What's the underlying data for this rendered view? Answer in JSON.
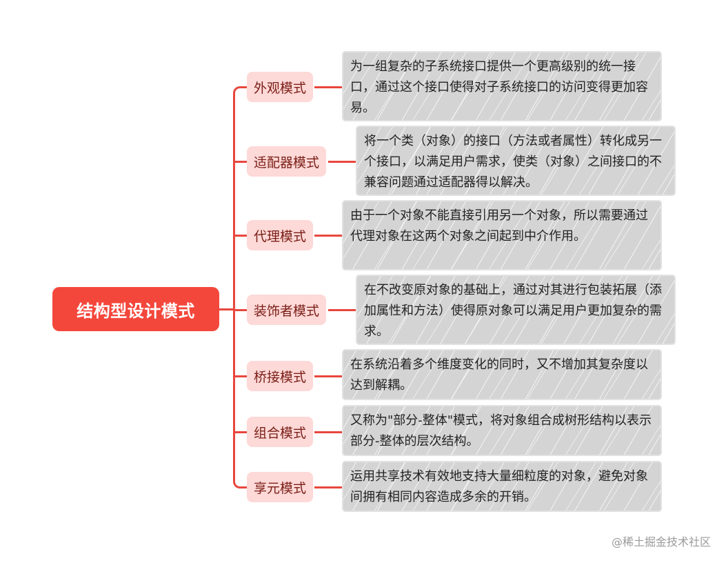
{
  "root": {
    "label": "结构型设计模式",
    "color": "#f4473c"
  },
  "topics": [
    {
      "label": "外观模式",
      "description": "为一组复杂的子系统接口提供一个更高级别的统一接口，通过这个接口使得对子系统接口的访问变得更加容易。"
    },
    {
      "label": "适配器模式",
      "description": "将一个类（对象）的接口（方法或者属性）转化成另一个接口，以满足用户需求，使类（对象）之间接口的不兼容问题通过适配器得以解决。"
    },
    {
      "label": "代理模式",
      "description": "由于一个对象不能直接引用另一个对象，所以需要通过代理对象在这两个对象之间起到中介作用。"
    },
    {
      "label": "装饰者模式",
      "description": "在不改变原对象的基础上，通过对其进行包装拓展（添加属性和方法）使得原对象可以满足用户更加复杂的需求。"
    },
    {
      "label": "桥接模式",
      "description": "在系统沿着多个维度变化的同时，又不增加其复杂度以达到解耦。"
    },
    {
      "label": "组合模式",
      "description": "又称为\"部分-整体\"模式，将对象组合成树形结构以表示部分-整体的层次结构。"
    },
    {
      "label": "享元模式",
      "description": "运用共享技术有效地支持大量细粒度的对象，避免对象间拥有相同内容造成多余的开销。"
    }
  ],
  "colors": {
    "connector": "#e8463c",
    "topic_bg": "#fdd9d7",
    "topic_text": "#7a1d16",
    "note_bg": "#d4d4d4"
  },
  "watermark": "@稀土掘金技术社区"
}
